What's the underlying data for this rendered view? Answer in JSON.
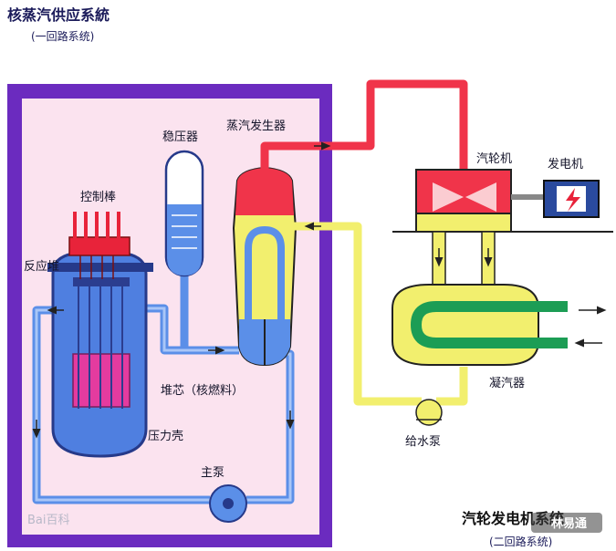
{
  "title": "核蒸汽供应系統",
  "primary_loop_label": "(一回路系统)",
  "secondary_system_label": "汽轮发电机系統",
  "secondary_loop_label": "(二回路系统)",
  "components": {
    "pressurizer": "稳压器",
    "steam_generator": "蒸汽发生器",
    "control_rods": "控制棒",
    "reactor": "反应堆",
    "core": "堆芯（核燃料）",
    "pressure_vessel": "压力壳",
    "main_pump": "主泵",
    "turbine": "汽轮机",
    "generator": "发电机",
    "condenser": "凝汽器",
    "feed_pump": "给水泵"
  },
  "watermarks": {
    "baidu": "Bai百科",
    "account": "林易通"
  },
  "colors": {
    "containment": "#6b2bbf",
    "containment_inner": "#fbe3ef",
    "primary_water": "#5b8fe8",
    "steam": "#f0344a",
    "feedwater": "#f2ef6e",
    "control_rod": "#e8233a",
    "core_fuel": "#e43b9f",
    "condenser_coil": "#1c9d55",
    "generator": "#2a4a9e"
  }
}
